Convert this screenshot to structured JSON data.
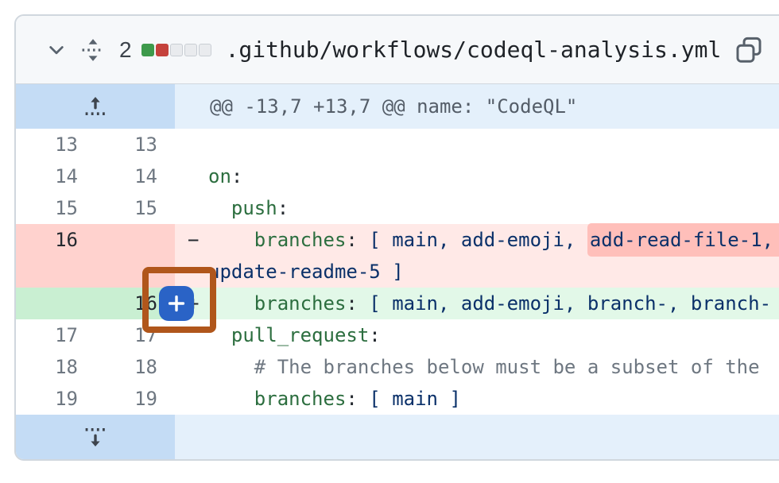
{
  "header": {
    "changes_count": "2",
    "file_path": ".github/workflows/codeql-analysis.yml",
    "diffstat": {
      "added": 1,
      "deleted": 1,
      "neutral": 3
    },
    "icons": {
      "collapse": "chevron-down-icon",
      "drag": "unfold-vertical-icon",
      "copy": "copy-icon"
    }
  },
  "hunk": {
    "text": "@@ -13,7 +13,7 @@ name: \"CodeQL\"",
    "expand_up_icon": "fold-up-icon",
    "expand_down_icon": "fold-down-icon"
  },
  "add_comment_button": {
    "icon": "plus-icon"
  },
  "colors": {
    "accent_button_blue": "#2a63c6",
    "tutorial_highlight_orange": "#b0561b",
    "addition_bg": "#e2f8e8",
    "deletion_bg": "#ffe9e7",
    "deletion_word_bg": "#ffbfba",
    "hunk_bg": "#e4f0fb",
    "key_green": "#2c6e3f",
    "value_navy": "#0a3069",
    "diffstat_green": "#3e9a4b",
    "diffstat_red": "#c5423c"
  },
  "diff": {
    "rows": [
      {
        "old": "13",
        "new": "13",
        "kind": "context",
        "tokens": []
      },
      {
        "old": "14",
        "new": "14",
        "kind": "context",
        "tokens": [
          {
            "t": "on",
            "y": "key"
          },
          {
            "t": ":",
            "y": "pn"
          }
        ]
      },
      {
        "old": "15",
        "new": "15",
        "kind": "context",
        "tokens": [
          {
            "t": "  push",
            "y": "key"
          },
          {
            "t": ":",
            "y": "pn"
          }
        ]
      },
      {
        "old": "16",
        "new": "",
        "kind": "deletion",
        "marker": "−",
        "tokens": [
          {
            "t": "    branches",
            "y": "key"
          },
          {
            "t": ":",
            "y": "pn"
          },
          {
            "t": " [ main, add-emoji, ",
            "y": "vl"
          },
          {
            "t": "add-read-file-1,",
            "y": "dx"
          }
        ],
        "wrap_tokens": [
          {
            "t": "update-readme-5 ]",
            "y": "vl"
          }
        ]
      },
      {
        "old": "",
        "new": "16",
        "kind": "addition",
        "marker": "+",
        "tokens": [
          {
            "t": "    branches",
            "y": "key"
          },
          {
            "t": ":",
            "y": "pn"
          },
          {
            "t": " [ main, add-emoji, branch-, branch-",
            "y": "vl"
          }
        ]
      },
      {
        "old": "17",
        "new": "17",
        "kind": "context",
        "tokens": [
          {
            "t": "  pull_request",
            "y": "key"
          },
          {
            "t": ":",
            "y": "pn"
          }
        ]
      },
      {
        "old": "18",
        "new": "18",
        "kind": "context",
        "tokens": [
          {
            "t": "    # The branches below must be a subset of the",
            "y": "cm"
          }
        ]
      },
      {
        "old": "19",
        "new": "19",
        "kind": "context",
        "tokens": [
          {
            "t": "    branches",
            "y": "key"
          },
          {
            "t": ":",
            "y": "pn"
          },
          {
            "t": " [ main ]",
            "y": "vl"
          }
        ]
      }
    ]
  }
}
